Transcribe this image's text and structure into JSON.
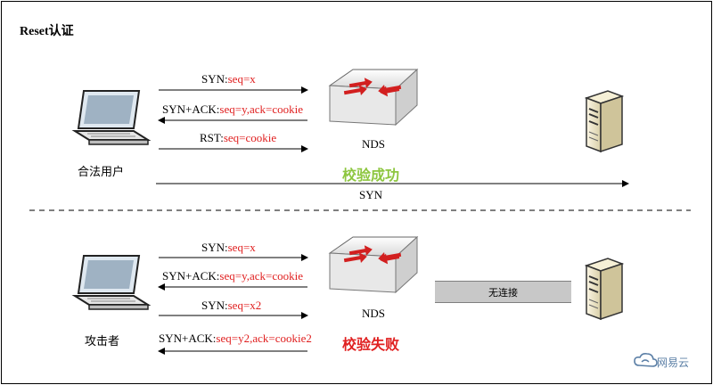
{
  "title": "Reset认证",
  "top": {
    "msg1": {
      "prefix": "SYN:",
      "value": "seq=x"
    },
    "msg2": {
      "prefix": "SYN+ACK:",
      "value": "seq=y,ack=cookie"
    },
    "msg3": {
      "prefix": "RST:",
      "value": "seq=cookie"
    },
    "client_label": "合法用户",
    "nds_label": "NDS",
    "status": "校验成功",
    "status_color": "#8dc63f",
    "syn_label": "SYN"
  },
  "bottom": {
    "msg1": {
      "prefix": "SYN:",
      "value": "seq=x"
    },
    "msg2": {
      "prefix": "SYN+ACK:",
      "value": "seq=y,ack=cookie"
    },
    "msg3": {
      "prefix": "SYN:",
      "value": "seq=x2"
    },
    "msg4": {
      "prefix": "SYN+ACK:",
      "value": "seq=y2,ack=cookie2"
    },
    "client_label": "攻击者",
    "nds_label": "NDS",
    "status": "校验失败",
    "status_color": "#e02020",
    "no_connection": "无连接"
  },
  "brand": "网易云"
}
